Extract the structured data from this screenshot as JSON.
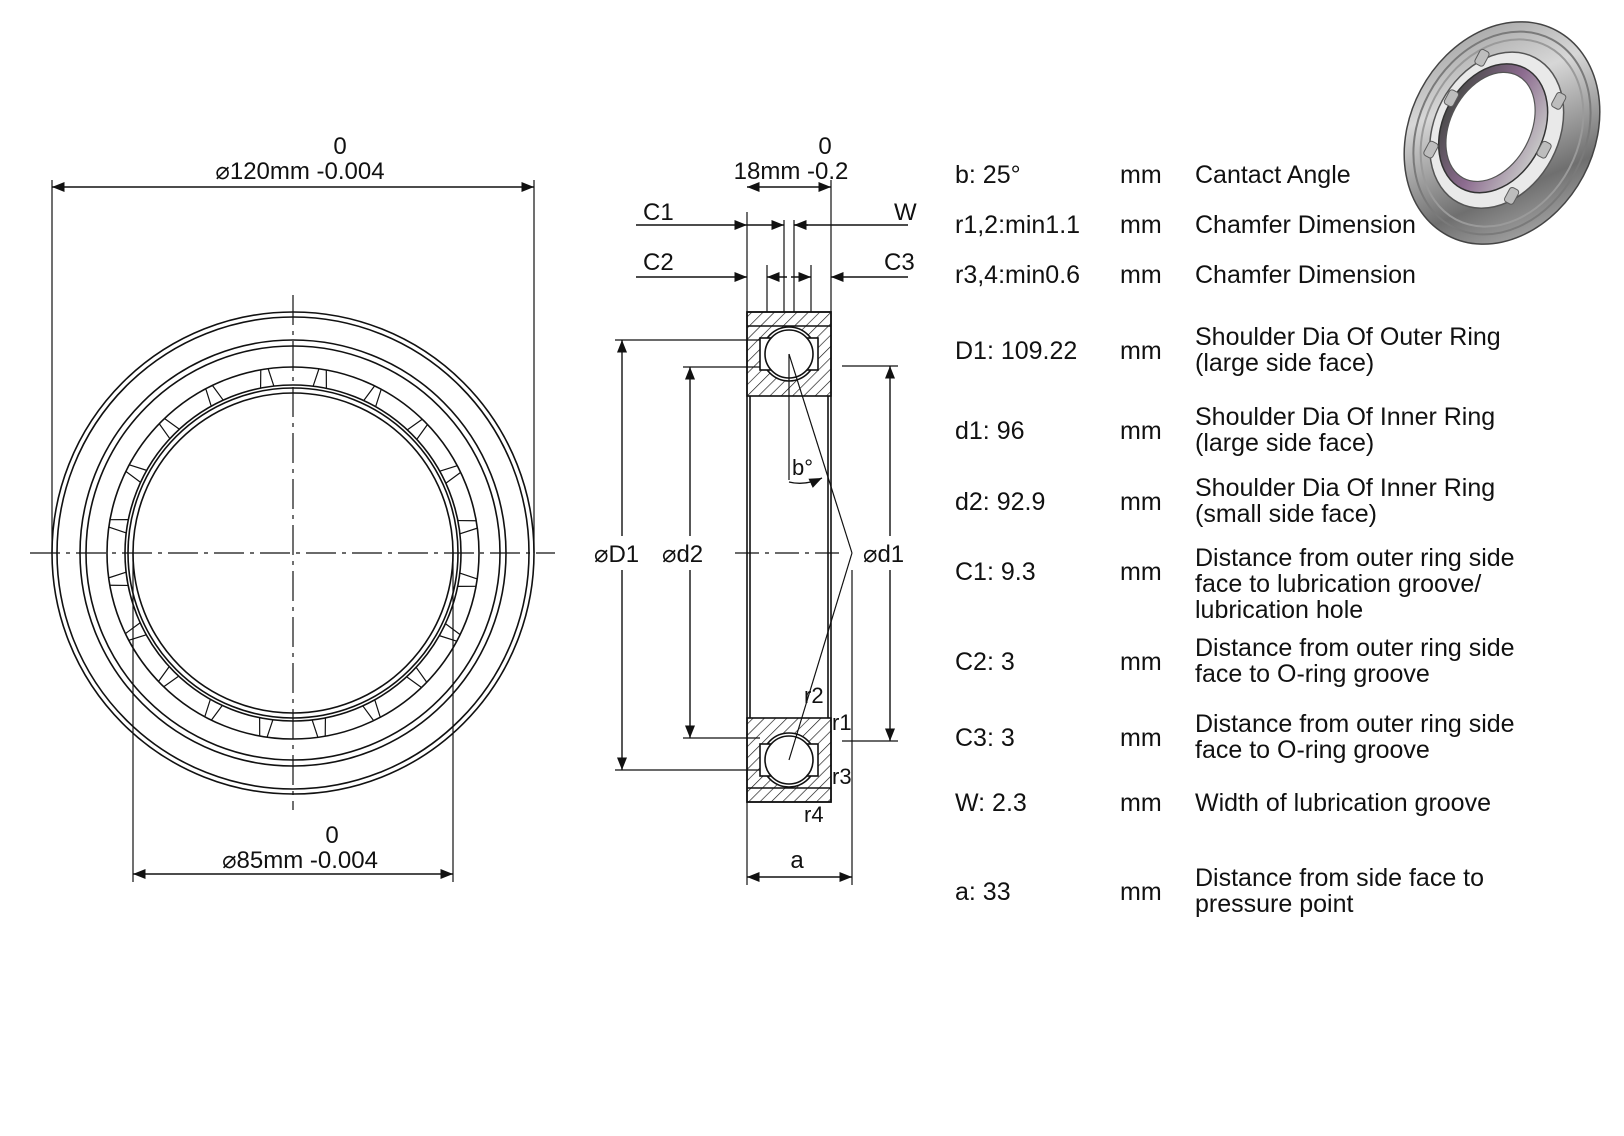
{
  "face_view": {
    "outer_diameter_label": "⌀120mm -0.004",
    "outer_upper_tolerance": "0",
    "inner_diameter_label": "⌀85mm -0.004",
    "inner_upper_tolerance": "0"
  },
  "section_view": {
    "width_label": "18mm -0.2",
    "width_upper_tolerance": "0",
    "c1_label": "C1",
    "c2_label": "C2",
    "c3_label": "C3",
    "w_label": "W",
    "d1_outer_label": "⌀D1",
    "d2_label": "⌀d2",
    "d1_label": "⌀d1",
    "angle_label": "b°",
    "r1_label": "r1",
    "r2_label": "r2",
    "r3_label": "r3",
    "r4_label": "r4",
    "a_label": "a"
  },
  "specs": [
    {
      "value": "b:      25°",
      "unit": "mm",
      "desc": [
        "Cantact Angle"
      ]
    },
    {
      "value": "r1,2:min1.1",
      "unit": "mm",
      "desc": [
        "Chamfer Dimension"
      ]
    },
    {
      "value": "r3,4:min0.6",
      "unit": "mm",
      "desc": [
        "Chamfer Dimension"
      ]
    },
    {
      "value": "D1: 109.22",
      "unit": "mm",
      "desc": [
        "Shoulder Dia Of Outer Ring",
        "(large side face)"
      ]
    },
    {
      "value": "d1:  96",
      "unit": "mm",
      "desc": [
        "Shoulder Dia Of Inner Ring",
        "(large side face)"
      ]
    },
    {
      "value": "d2:  92.9",
      "unit": "mm",
      "desc": [
        "Shoulder Dia Of Inner Ring",
        "(small side face)"
      ]
    },
    {
      "value": "C1:  9.3",
      "unit": "mm",
      "desc": [
        "Distance from outer  ring  side",
        "face to lubrication groove/",
        "lubrication hole"
      ]
    },
    {
      "value": "C2:  3",
      "unit": "mm",
      "desc": [
        "Distance from outer ring side",
        "face to O-ring groove"
      ]
    },
    {
      "value": "C3:  3",
      "unit": "mm",
      "desc": [
        "Distance from outer ring side",
        "face to O-ring groove"
      ]
    },
    {
      "value": "W:   2.3",
      "unit": "mm",
      "desc": [
        "Width of lubrication groove"
      ]
    },
    {
      "value": "a:     33",
      "unit": "mm",
      "desc": [
        "Distance from side face to",
        "pressure point"
      ]
    }
  ],
  "colors": {
    "line": "#111111",
    "ring_dark": "#5a5a5a",
    "ring_light": "#d8d8d8",
    "accent": "#8c6b8f"
  }
}
